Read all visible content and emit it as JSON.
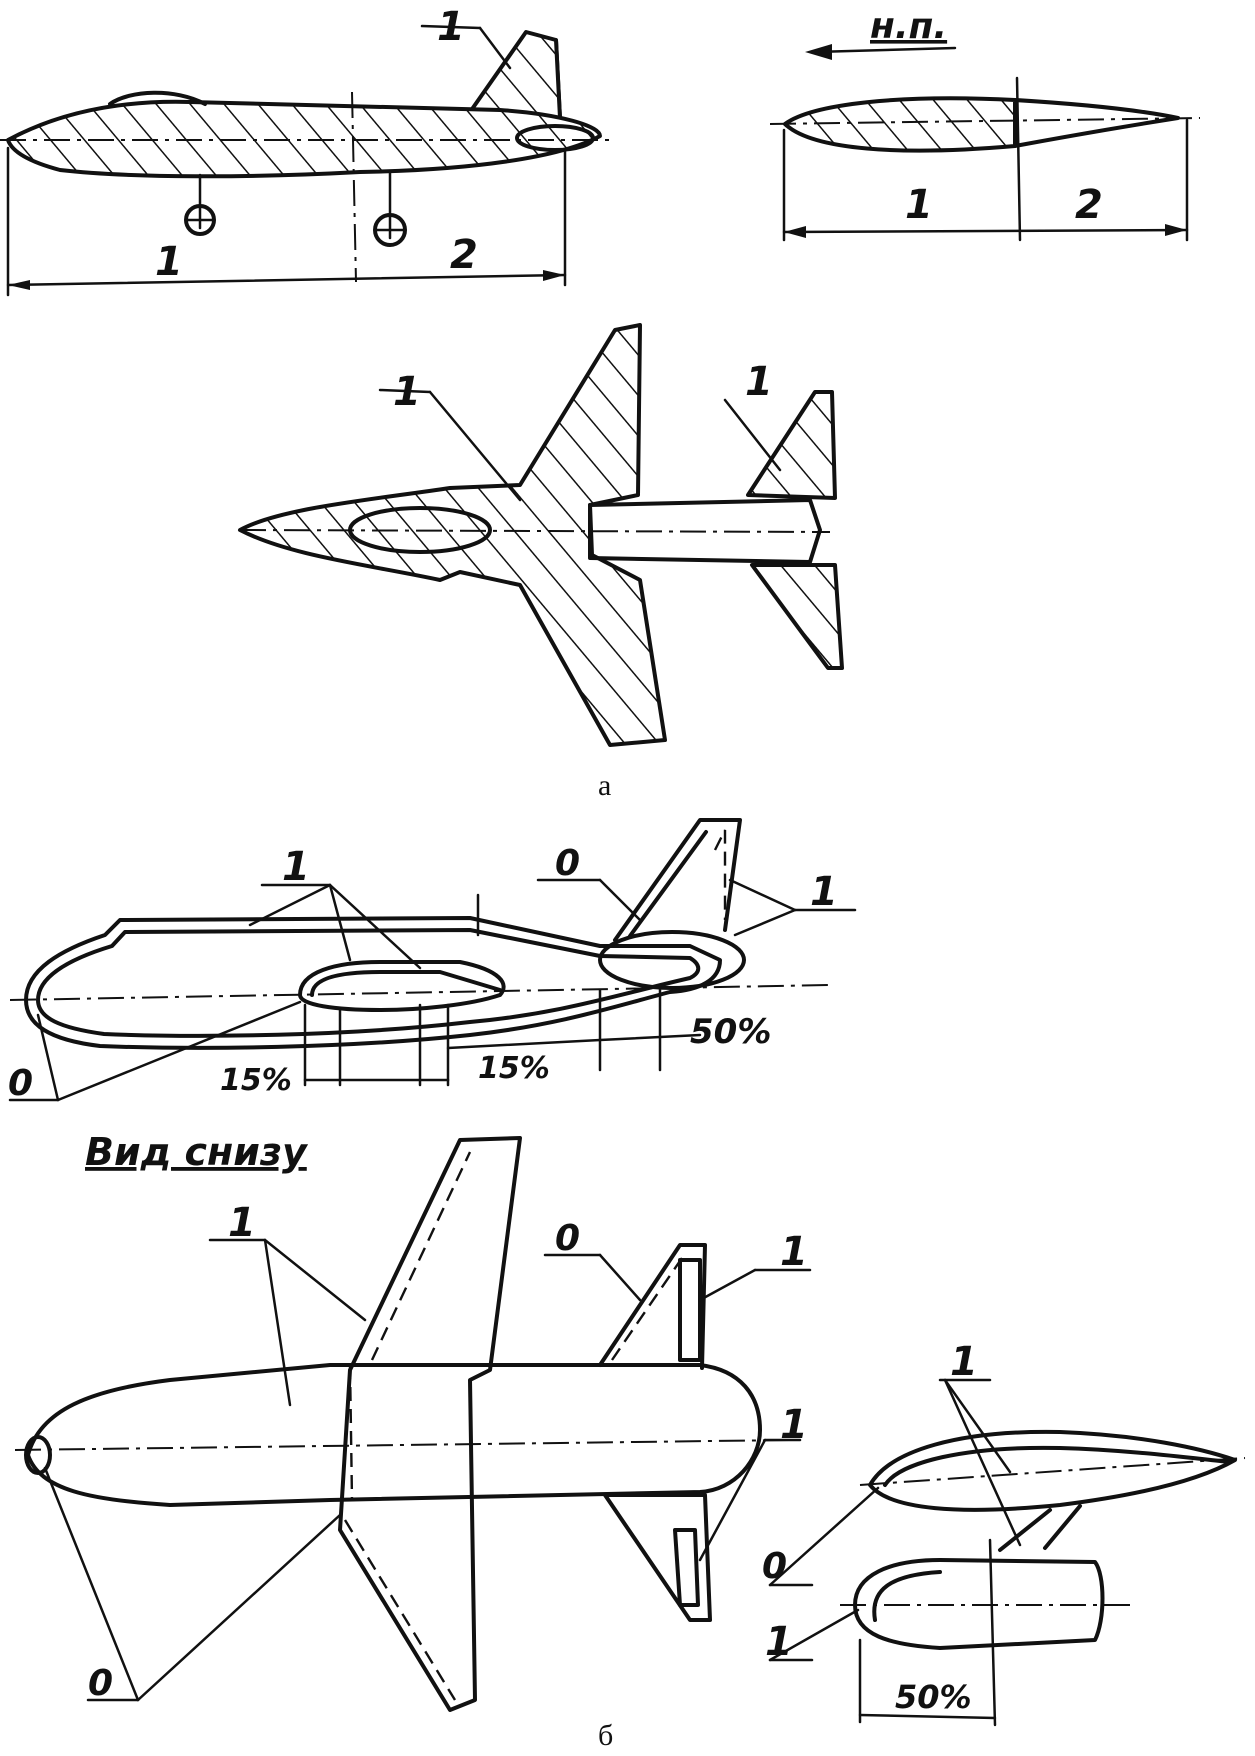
{
  "labels": {
    "zone_1": "1",
    "zone_2": "2",
    "zone_0": "0",
    "flight_direction": "н.п.",
    "pct_15": "15%",
    "pct_50": "50%",
    "bottom_view": "Вид снизу",
    "caption_a": "а",
    "caption_b": "б"
  },
  "colors": {
    "ink": "#111111",
    "paper": "#ffffff"
  }
}
